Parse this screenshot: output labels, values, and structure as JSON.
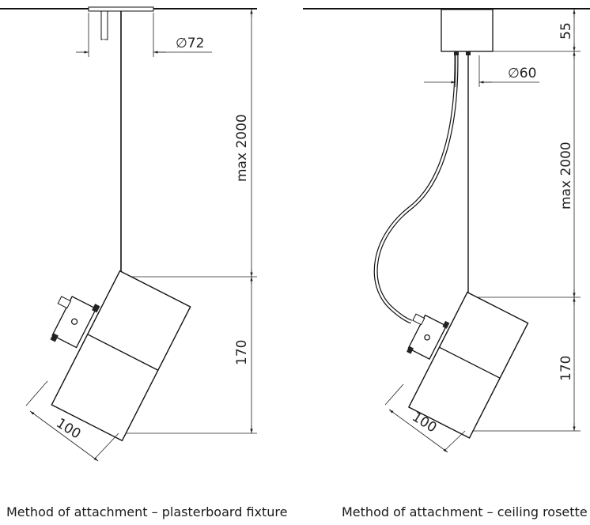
{
  "left_diagram": {
    "diameter_label": "∅72",
    "height_label": "max  2000",
    "lamp_height_label": "170",
    "lamp_width_label": "100",
    "caption": "Method of attachment – plasterboard fixture"
  },
  "right_diagram": {
    "rosette_height_label": "55",
    "diameter_label": "∅60",
    "height_label": "max  2000",
    "lamp_height_label": "170",
    "lamp_width_label": "100",
    "caption": "Method of attachment – ceiling rosette"
  }
}
